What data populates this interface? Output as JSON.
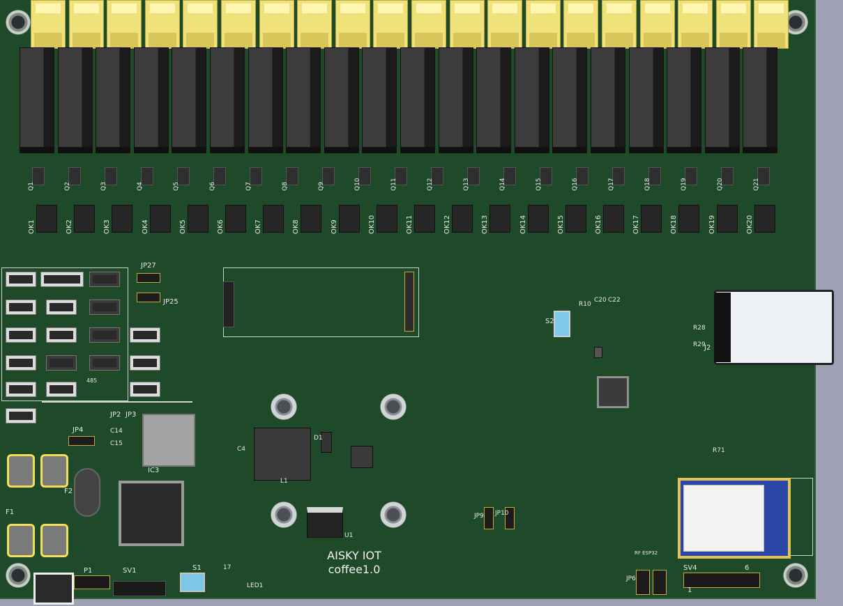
{
  "board": {
    "name_line1": "AISKY IOT",
    "name_line2": "coffee1.0"
  },
  "relay_labels": [
    "OK1",
    "OK2",
    "OK3",
    "OK4",
    "OK5",
    "OK6",
    "OK7",
    "OK8",
    "OK9",
    "OK10",
    "OK11",
    "OK12",
    "OK13",
    "OK14",
    "OK15",
    "OK16",
    "OK17",
    "OK18",
    "OK19",
    "OK20"
  ],
  "transistor_labels": [
    "Q1",
    "Q2",
    "Q3",
    "Q4",
    "Q5",
    "Q6",
    "Q7",
    "Q8",
    "Q9",
    "Q10",
    "Q11",
    "Q12",
    "Q13",
    "Q14",
    "Q15",
    "Q16",
    "Q17",
    "Q18",
    "Q19",
    "Q20",
    "Q21"
  ],
  "designators": {
    "jp27": "JP27",
    "jp25": "JP25",
    "s2": "S2",
    "r10": "R10",
    "c20": "C20",
    "c22": "C22",
    "r28": "R28",
    "r29": "R29",
    "j2": "J2",
    "jp4": "JP4",
    "jp2": "JP2",
    "jp3": "JP3",
    "c14": "C14",
    "c15": "C15",
    "ic3": "IC3",
    "c4": "C4",
    "l1": "L1",
    "d1": "D1",
    "u1": "U1",
    "jp9": "JP9",
    "jp10": "JP10",
    "r71": "R71",
    "jp6": "JP6",
    "sv4": "SV4",
    "sv1": "SV1",
    "s1": "S1",
    "p1": "P1",
    "led1": "LED1",
    "led17": "17",
    "rs485": "485",
    "f1": "F1",
    "f2": "F2",
    "esp": "RF ESP32",
    "sv4_pin1": "1",
    "sv4_pin6": "6"
  }
}
